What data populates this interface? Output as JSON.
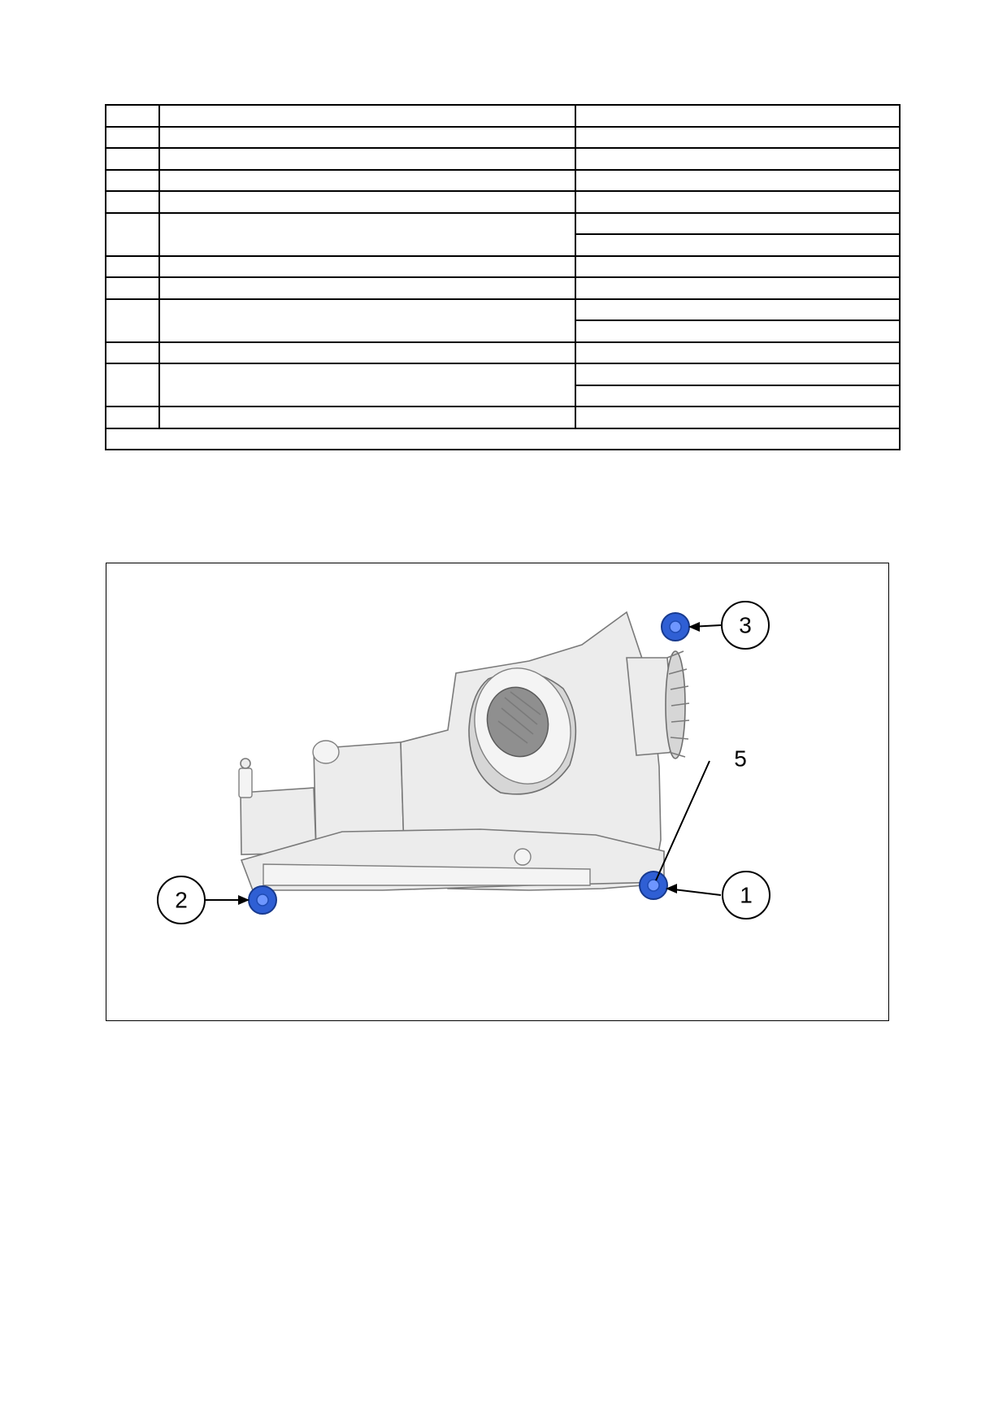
{
  "table": {
    "rows": [
      {
        "c1": "",
        "c2": "",
        "c3": ""
      },
      {
        "c1": "",
        "c2": "",
        "c3": ""
      },
      {
        "c1": "",
        "c2": "",
        "c3": ""
      },
      {
        "c1": "",
        "c2": "",
        "c3": ""
      },
      {
        "c1": "",
        "c2": "",
        "c3": ""
      },
      {
        "c1": "",
        "c2": "",
        "c3a": "",
        "c3b": ""
      },
      {
        "c1": "",
        "c2": "",
        "c3": ""
      },
      {
        "c1": "",
        "c2": "",
        "c3": ""
      },
      {
        "c1": "",
        "c2": "",
        "c3a": "",
        "c3b": ""
      },
      {
        "c1": "",
        "c2": "",
        "c3": ""
      },
      {
        "c1": "",
        "c2": "",
        "c3a": "",
        "c3b": ""
      },
      {
        "c1": "",
        "c2": "",
        "c3": ""
      },
      {
        "note": ""
      }
    ]
  },
  "figure": {
    "callouts": {
      "c1": "1",
      "c2": "2",
      "c3": "3",
      "c5": "5"
    }
  }
}
